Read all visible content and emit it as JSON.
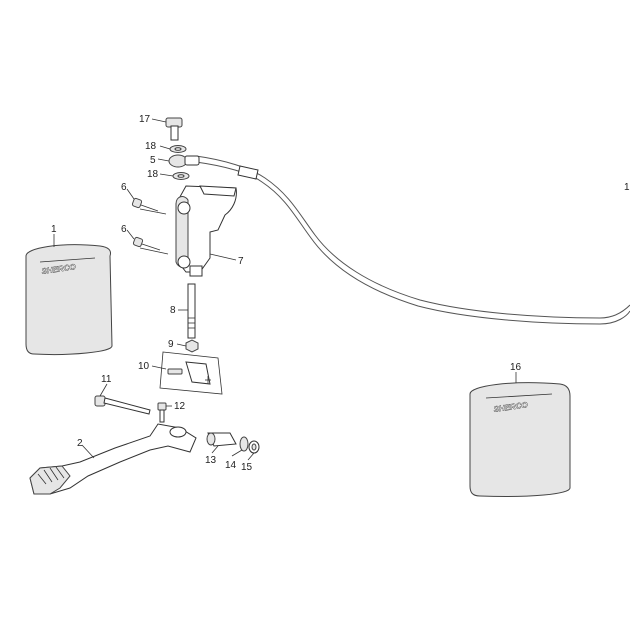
{
  "diagram": {
    "callouts": {
      "c1": "1",
      "c1b": "1",
      "c2": "2",
      "c5": "5",
      "c6a": "6",
      "c6b": "6",
      "c7": "7",
      "c8": "8",
      "c9": "9",
      "c10": "10",
      "c11": "11",
      "c12": "12",
      "c13": "13",
      "c14": "14",
      "c15": "15",
      "c16": "16",
      "c17": "17",
      "c18a": "18",
      "c18b": "18"
    },
    "logo_text": "SHERCO"
  }
}
